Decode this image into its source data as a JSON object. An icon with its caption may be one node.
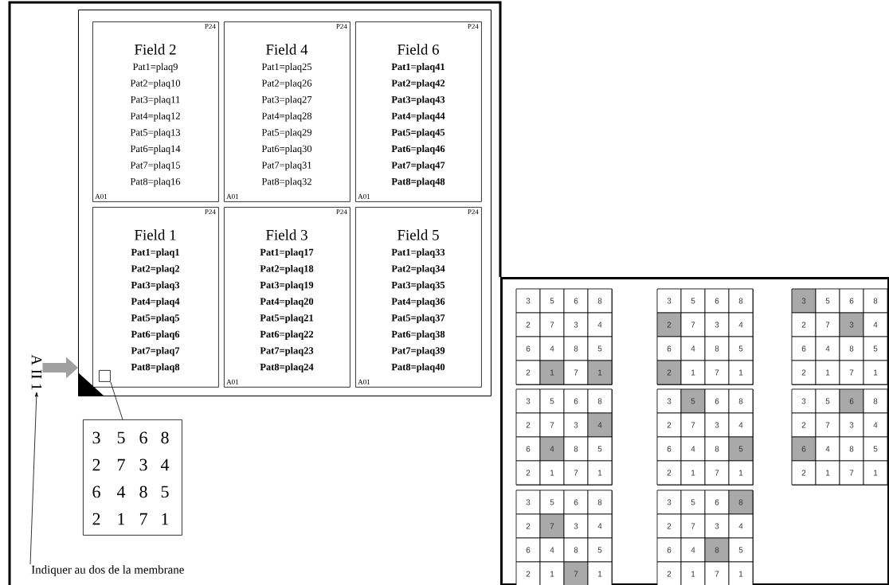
{
  "diagram": {
    "nodes": [
      {
        "text": [],
        "shape": "box"
      },
      {
        "text": [
          "P24",
          "Field 2",
          "Pat1=plaq9",
          "Pat2=plaq10",
          "Pat3=plaq11",
          "Pat4=plaq12",
          "Pat5=plaq13",
          "Pat6=plaq14",
          "Pat7=plaq15",
          "Pat8=plaq16",
          "A01"
        ],
        "in": 0
      },
      {
        "text": [
          "P24",
          "Field 4",
          "Pat1=plaq25",
          "Pat2=plaq26",
          "Pat3=plaq27",
          "Pat4=plaq28",
          "Pat5=plaq29",
          "Pat6=plaq30",
          "Pat7=plaq31",
          "Pat8=plaq32",
          "A01"
        ],
        "in": 0
      },
      {
        "text": [
          "P24",
          "Field 6",
          "Pat1=plaq41",
          "Pat2=plaq42",
          "Pat3=plaq43",
          "Pat4=plaq44",
          "Pat5=plaq45",
          "Pat6=plaq46",
          "Pat7=plaq47",
          "Pat8=plaq48",
          "A01"
        ],
        "in": 0
      },
      {
        "text": [
          "P24",
          "Field 1",
          "Pat1=plaq1",
          "Pat2=plaq2",
          "Pat3=plaq3",
          "Pat4=plaq4",
          "Pat5=plaq5",
          "Pat6=plaq6",
          "Pat7=plaq7",
          "Pat8=plaq8"
        ],
        "in": 0
      },
      {
        "text": [
          "P24",
          "Field 3",
          "Pat1=plaq17",
          "Pat2=plaq18",
          "Pat3=plaq19",
          "Pat4=plaq20",
          "Pat5=plaq21",
          "Pat6=plaq22",
          "Pat7=plaq23",
          "Pat8=plaq24",
          "A01"
        ],
        "in": 0
      },
      {
        "text": [
          "P24",
          "Field 5",
          "Pat1=plaq33",
          "Pat2=plaq34",
          "Pat3=plaq35",
          "Pat4=plaq36",
          "Pat5=plaq37",
          "Pat6=plaq38",
          "Pat7=plaq39",
          "Pat8=plaq40",
          "A01"
        ],
        "in": 0
      },
      {
        "text": [],
        "shape": "box",
        "in": 4
      },
      {
        "text": [
          "3",
          "5",
          "6",
          "8",
          "2",
          "7",
          "3",
          "4",
          "6",
          "4",
          "8",
          "5",
          "2",
          "1",
          "7",
          "1"
        ]
      },
      {
        "text": [
          "A II 1"
        ]
      },
      {
        "text": [
          "Indiquer au dos de la membrane"
        ]
      },
      {
        "text": [],
        "shape": "box"
      },
      {
        "text": [
          "3",
          "5",
          "6",
          "8",
          "2",
          "7",
          "3",
          "4",
          "6",
          "4",
          "8",
          "5",
          "2",
          "1",
          "7",
          "1"
        ],
        "in": 11
      },
      {
        "text": [
          "3",
          "5",
          "6",
          "8",
          "2",
          "7",
          "3",
          "4",
          "6",
          "4",
          "8",
          "5",
          "2",
          "1",
          "7",
          "1"
        ],
        "in": 11
      },
      {
        "text": [
          "3",
          "5",
          "6",
          "8",
          "2",
          "7",
          "3",
          "4",
          "6",
          "4",
          "8",
          "5",
          "2",
          "1",
          "7",
          "1"
        ],
        "in": 11
      },
      {
        "text": [
          "3",
          "5",
          "6",
          "8",
          "2",
          "7",
          "3",
          "4",
          "6",
          "4",
          "8",
          "5",
          "2",
          "1",
          "7",
          "1"
        ],
        "in": 11
      },
      {
        "text": [
          "3",
          "5",
          "6",
          "8",
          "2",
          "7",
          "3",
          "4",
          "6",
          "4",
          "8",
          "5",
          "2",
          "1",
          "7",
          "1"
        ],
        "in": 11
      },
      {
        "text": [
          "3",
          "5",
          "6",
          "8",
          "2",
          "7",
          "3",
          "4",
          "6",
          "4",
          "8",
          "5",
          "2",
          "1",
          "7",
          "1"
        ],
        "in": 11
      },
      {
        "text": [
          "3",
          "5",
          "6",
          "8",
          "2",
          "7",
          "3",
          "4",
          "6",
          "4",
          "8",
          "5",
          "2",
          "1",
          "7",
          "1"
        ],
        "in": 11
      },
      {
        "text": [
          "3",
          "5",
          "6",
          "8",
          "2",
          "7",
          "3",
          "4",
          "6",
          "4",
          "8",
          "5",
          "2",
          "1",
          "7",
          "1"
        ],
        "in": 11
      }
    ],
    "edges": [
      {
        "from": 7,
        "to": 8,
        "arrow": "none"
      },
      {
        "from": 9,
        "to": 0,
        "arrow": "to",
        "style": "thick",
        "color": "#a0a0a0"
      },
      {
        "from": 10,
        "to": 9,
        "arrow": "to"
      }
    ]
  }
}
